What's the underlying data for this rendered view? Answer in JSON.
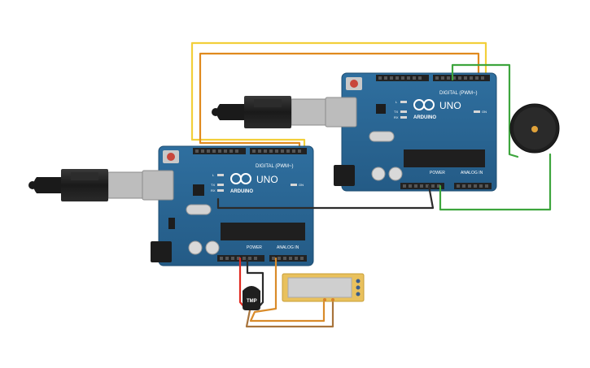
{
  "circuit": {
    "board1": {
      "brand": "UNO",
      "logo_text": "ARDUINO",
      "header_label": "DIGITAL (PWM~)",
      "power_label": "POWER",
      "analog_label": "ANALOG IN",
      "led_l": "L",
      "led_tx": "TX",
      "led_rx": "RX",
      "on_label": "ON"
    },
    "board2": {
      "brand": "UNO",
      "logo_text": "ARDUINO",
      "header_label": "DIGITAL (PWM~)",
      "power_label": "POWER",
      "analog_label": "ANALOG IN",
      "led_l": "L",
      "led_tx": "TX",
      "led_rx": "RX",
      "on_label": "ON"
    },
    "sensor_label": "TMP",
    "wire_colors": {
      "yellow": "#f2cf3a",
      "orange": "#e08a1e",
      "green": "#3da53d",
      "black": "#2b2b2b",
      "red": "#e02a20",
      "brown": "#a8743c"
    }
  }
}
